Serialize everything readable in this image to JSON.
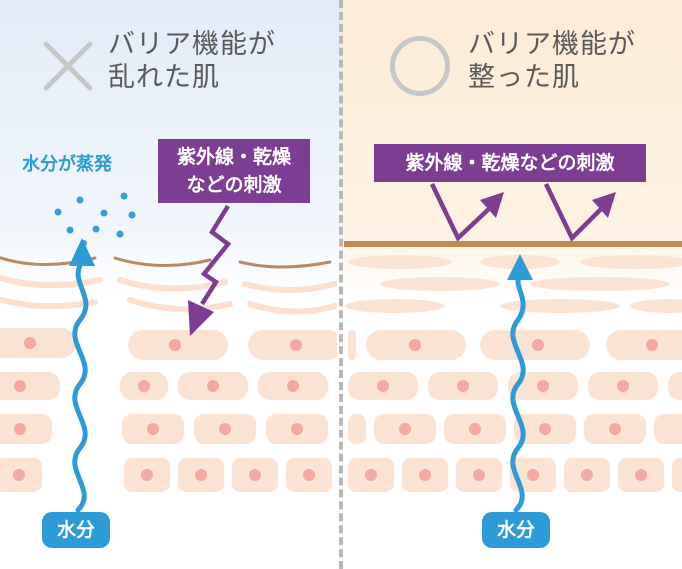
{
  "left_panel": {
    "title_line1": "バリア機能が",
    "title_line2": "乱れた肌",
    "mark_icon": "cross-icon",
    "evaporation_label": "水分が蒸発",
    "stimulus_line1": "紫外線・乾燥",
    "stimulus_line2": "などの刺激",
    "water_label": "水分"
  },
  "right_panel": {
    "title_line1": "バリア機能が",
    "title_line2": "整った肌",
    "mark_icon": "circle-icon",
    "stimulus_label": "紫外線・乾燥などの刺激",
    "water_label": "水分"
  },
  "colors": {
    "left_bg": "#e2ecf7",
    "right_bg": "#fdecd6",
    "cell": "#fbe3d3",
    "nucleus": "#f4a9a0",
    "barrier_line": "#c68a52",
    "water_blue": "#2c9bd6",
    "stimulus_purple": "#7c3d93",
    "mark_gray": "#c7c7c7"
  }
}
